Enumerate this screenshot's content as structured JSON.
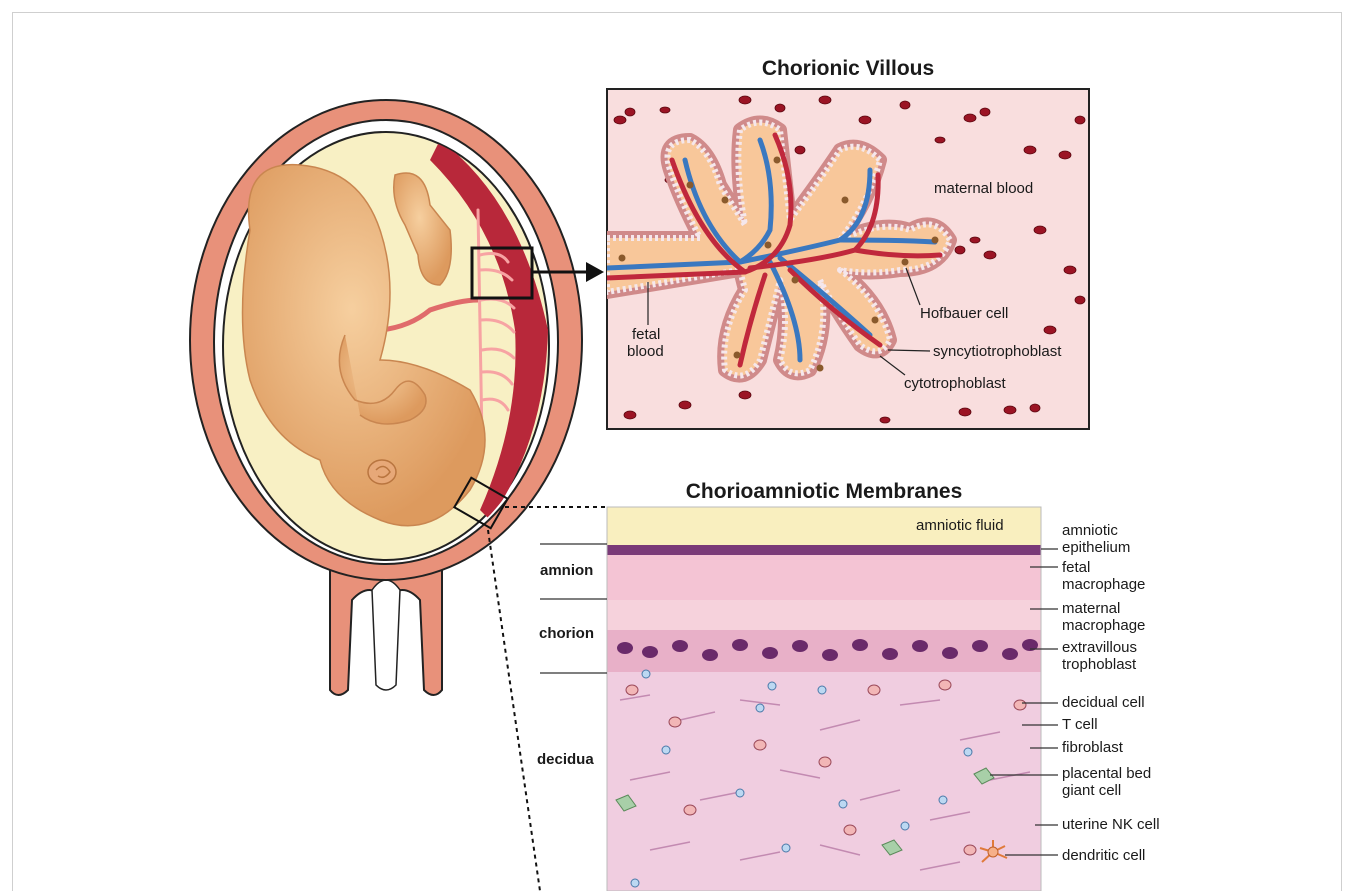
{
  "villous": {
    "title": "Chorionic Villous",
    "labels": {
      "maternal_blood": "maternal blood",
      "fetal_blood_1": "fetal",
      "fetal_blood_2": "blood",
      "hofbauer": "Hofbauer cell",
      "syncytio": "syncytiotrophoblast",
      "cyto": "cytotrophoblast"
    }
  },
  "membranes": {
    "title": "Chorioamniotic Membranes",
    "amniotic_fluid": "amniotic fluid",
    "layers": [
      "amnion",
      "chorion",
      "decidua"
    ],
    "right_labels": [
      {
        "l1": "amniotic",
        "l2": "epithelium"
      },
      {
        "l1": "fetal",
        "l2": "macrophage"
      },
      {
        "l1": "maternal",
        "l2": "macrophage"
      },
      {
        "l1": "extravillous",
        "l2": "trophoblast"
      },
      {
        "l1": "decidual cell",
        "l2": ""
      },
      {
        "l1": "T cell",
        "l2": ""
      },
      {
        "l1": "fibroblast",
        "l2": ""
      },
      {
        "l1": "placental bed",
        "l2": "giant cell"
      },
      {
        "l1": "uterine NK cell",
        "l2": ""
      },
      {
        "l1": "dendritic cell",
        "l2": ""
      }
    ]
  },
  "colors": {
    "uterus_wall": "#e8917a",
    "placenta": "#b8283a",
    "amniotic": "#f8f0c4",
    "fetus": "#f0bc86",
    "villous_bg": "#f9dede",
    "villus_core": "#f8c79a",
    "vessel_red": "#c0283c",
    "vessel_blue": "#3a78c0",
    "decidua_bg": "#f0cde0",
    "fluid_bg": "#f9efbf",
    "epithelium": "#7a3a78"
  }
}
